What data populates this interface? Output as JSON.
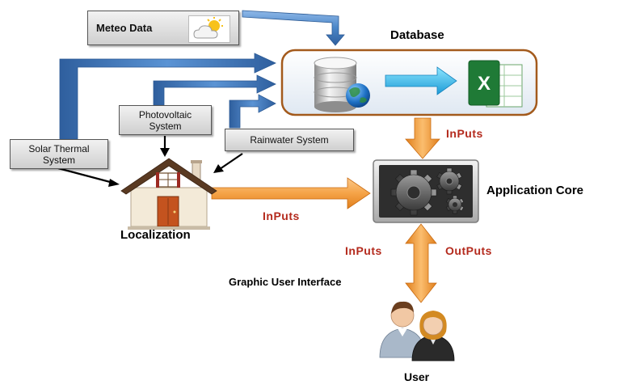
{
  "sources": {
    "meteo": "Meteo Data",
    "photovoltaic": "Photovoltaic System",
    "solar_thermal": "Solar Thermal System",
    "rainwater": "Rainwater System"
  },
  "nodes": {
    "database": "Database",
    "application_core": "Application Core",
    "localization": "Localization",
    "gui": "Graphic User Interface",
    "user": "User"
  },
  "flows": {
    "db_to_core": "InPuts",
    "localization_to_core": "InPuts",
    "user_inputs": "InPuts",
    "core_outputs": "OutPuts"
  },
  "colors": {
    "blue_arrow": "#4a86c8",
    "orange_arrow": "#f5a347",
    "database_border": "#a35a1c",
    "flow_label": "#b42a1d"
  },
  "icons": [
    "weather-icon",
    "database-icon",
    "globe-icon",
    "excel-icon",
    "gears-icon",
    "house-icon",
    "users-icon"
  ]
}
